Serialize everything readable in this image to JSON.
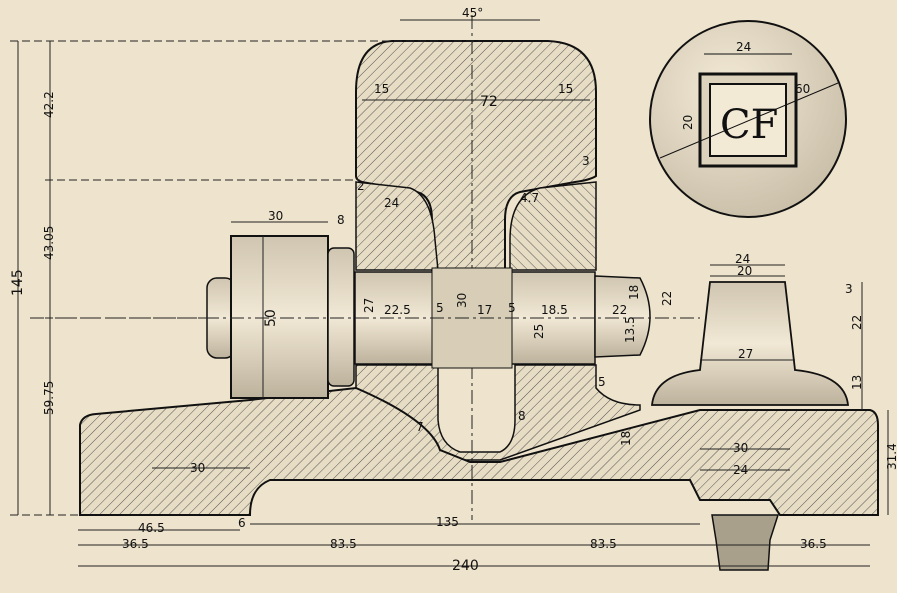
{
  "colors": {
    "paper": "#eee3cc",
    "ink": "#1a1a1a",
    "hatch": "#444444"
  },
  "dims": {
    "head_angle": "45°",
    "head_width": "72",
    "head_left_radius": "15",
    "head_right_radius": "15",
    "head_corner": "3",
    "total_height": "145",
    "head_height": "42.2",
    "web_height": "43.05",
    "lower_height": "59.75",
    "web_neck": "2",
    "fishing_24": "24",
    "fishing_radius": "4.7",
    "nut_width": "30",
    "washer": "8",
    "nut_height": "50",
    "bolt_27": "27",
    "bolt_22_5": "22.5",
    "bolt_5a": "5",
    "bolt_30": "30",
    "bolt_17": "17",
    "bolt_5b": "5",
    "bolt_25": "25",
    "bolt_18_5": "18.5",
    "bolt_22": "22",
    "bolt_13_5": "13.5",
    "bolt_18": "18",
    "bolt_22b": "22",
    "foot_5": "5",
    "web_7": "7",
    "web_8": "8",
    "foot_18": "18",
    "foot_30": "30",
    "base_46_5": "46.5",
    "base_6": "6",
    "base_135": "135",
    "base_36_5_left": "36.5",
    "base_83_5_left": "83.5",
    "base_83_5_right": "83.5",
    "base_36_5_right": "36.5",
    "base_240": "240",
    "spike_30": "30",
    "spike_24": "24",
    "spike_31_4": "31.4",
    "head_top_24": "24",
    "head_top_20": "20",
    "spike_head_27": "27",
    "spike_head_3": "3",
    "spike_head_22": "22",
    "spike_head_13": "13",
    "stamp_24": "24",
    "stamp_20": "20",
    "stamp_60": "60",
    "stamp_text": "CF"
  }
}
